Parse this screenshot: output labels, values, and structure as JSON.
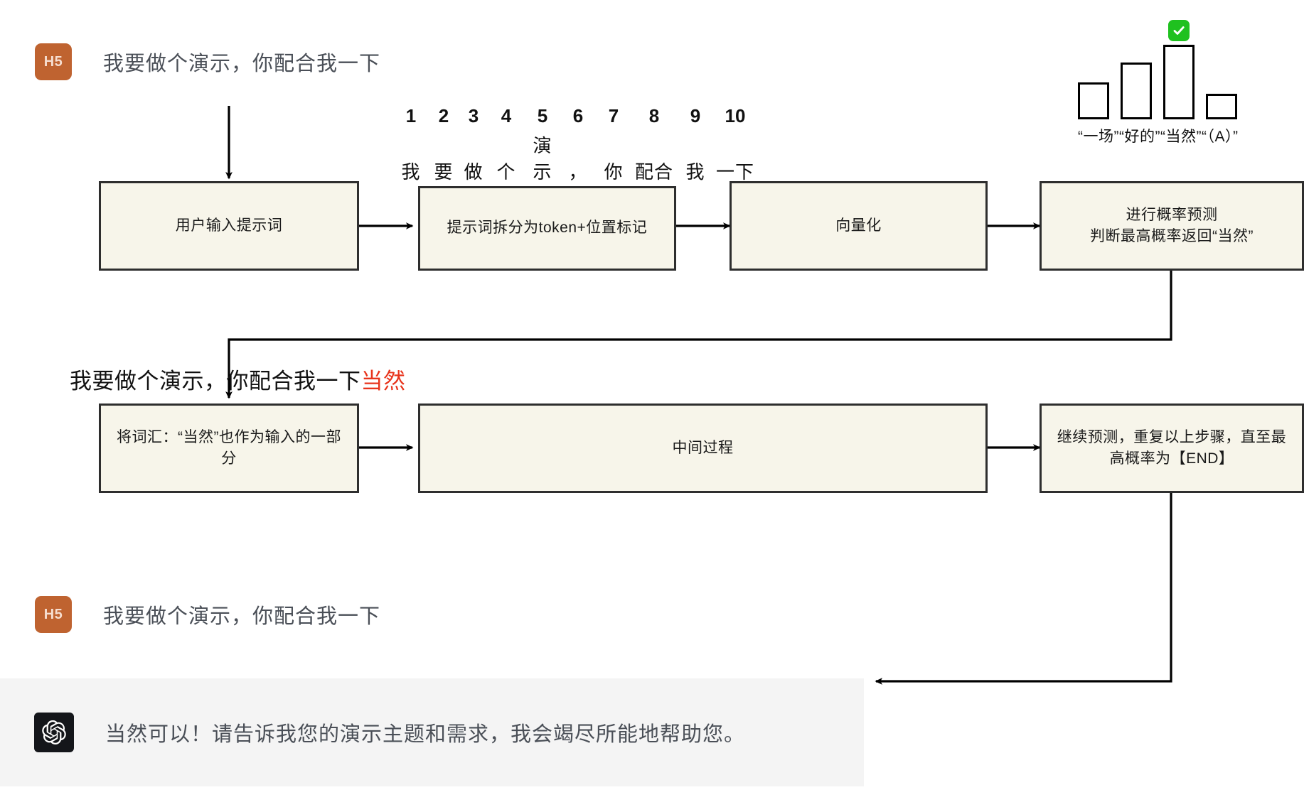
{
  "chat": {
    "user_top": {
      "avatar_label": "H5",
      "message": "我要做个演示，你配合我一下"
    },
    "user_bottom": {
      "avatar_label": "H5",
      "message": "我要做个演示，你配合我一下"
    },
    "assistant": {
      "avatar_icon": "openai-logo-icon",
      "message": "当然可以！请告诉我您的演示主题和需求，我会竭尽所能地帮助您。"
    }
  },
  "tokenization": {
    "numbers": [
      "1",
      "2",
      "3",
      "4",
      "5",
      "6",
      "7",
      "8",
      "9",
      "10"
    ],
    "tokens": [
      "我",
      "要",
      "做",
      "个",
      "演示",
      "，",
      "你",
      "配合",
      "我",
      "一下"
    ]
  },
  "chart_data": {
    "type": "bar",
    "title": "",
    "categories": [
      "“一场”",
      "“好的”",
      "“当然”",
      "“（A）”"
    ],
    "labels_line": "“一场”“好的”“当然”“（A）”",
    "values": [
      52,
      80,
      105,
      36
    ],
    "ylim": [
      0,
      120
    ],
    "highlight_index": 2,
    "highlight_icon": "green-check-icon",
    "xlabel": "",
    "ylabel": "",
    "grid": false,
    "legend": "none"
  },
  "flow": {
    "row1": [
      {
        "id": "user-prompt",
        "text": "用户输入提示词"
      },
      {
        "id": "tokenize",
        "text": "提示词拆分为token+位置标记"
      },
      {
        "id": "vectorize",
        "text": "向量化"
      },
      {
        "id": "predict",
        "text": "进行概率预测\n判断最高概率返回“当然”"
      }
    ],
    "row2": [
      {
        "id": "append-token",
        "text": "将词汇：“当然”也作为输入的一部分"
      },
      {
        "id": "middle-process",
        "text": "中间过程"
      },
      {
        "id": "loop-until-end",
        "text": "继续预测，重复以上步骤，直至最高概率为【END】"
      }
    ]
  },
  "annotation": {
    "base_text": "我要做个演示，你配合我一下",
    "highlight_text": "当然",
    "highlight_color": "#e8341c"
  },
  "colors": {
    "box_fill": "#f7f5ea",
    "box_border": "#2e2e2e",
    "avatar_orange": "#bf6330",
    "assistant_band": "#f4f4f4",
    "check_green": "#1fc11f",
    "highlight_red": "#e8341c"
  }
}
